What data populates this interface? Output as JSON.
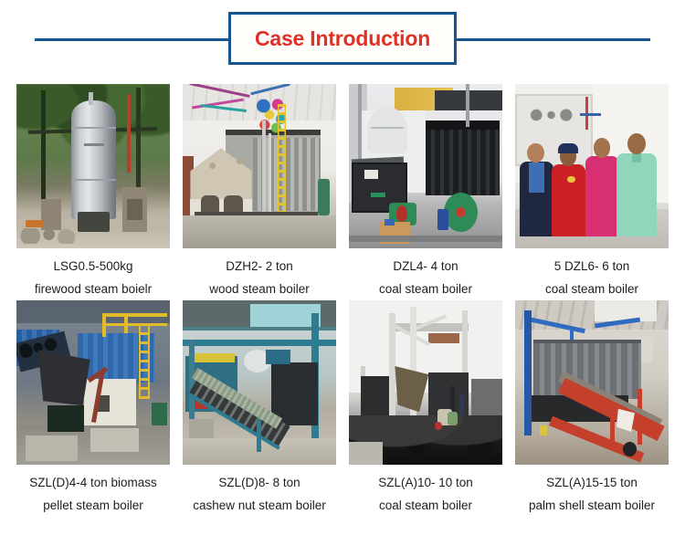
{
  "header": {
    "title": "Case Introduction",
    "title_color": "#e03127",
    "border_color": "#17558f"
  },
  "gallery": {
    "rows": [
      {
        "cells": [
          {
            "image_name": "lsg-vertical-firewood-boiler-photo",
            "caption_line1": "LSG0.5-500kg",
            "caption_line2": "firewood steam boielr"
          },
          {
            "image_name": "dzh2-wood-boiler-photo",
            "caption_line1": "DZH2- 2 ton",
            "caption_line2": "wood steam boiler"
          },
          {
            "image_name": "dzl4-coal-boiler-photo",
            "caption_line1": "DZL4- 4 ton",
            "caption_line2": "coal steam boiler"
          },
          {
            "image_name": "dzl6-coal-boiler-team-photo",
            "caption_line1": "5 DZL6- 6 ton",
            "caption_line2": "coal steam boiler"
          }
        ]
      },
      {
        "cells": [
          {
            "image_name": "szld4-biomass-pellet-boiler-photo",
            "caption_line1": "SZL(D)4-4 ton biomass",
            "caption_line2": "pellet steam boiler"
          },
          {
            "image_name": "szld8-cashew-nut-boiler-photo",
            "caption_line1": "SZL(D)8- 8 ton",
            "caption_line2": "cashew nut steam boiler"
          },
          {
            "image_name": "szla10-coal-boiler-photo",
            "caption_line1": "SZL(A)10- 10 ton",
            "caption_line2": "coal steam boiler"
          },
          {
            "image_name": "szla15-palm-shell-boiler-photo",
            "caption_line1": "SZL(A)15-15 ton",
            "caption_line2": "palm shell steam boiler"
          }
        ]
      }
    ]
  }
}
